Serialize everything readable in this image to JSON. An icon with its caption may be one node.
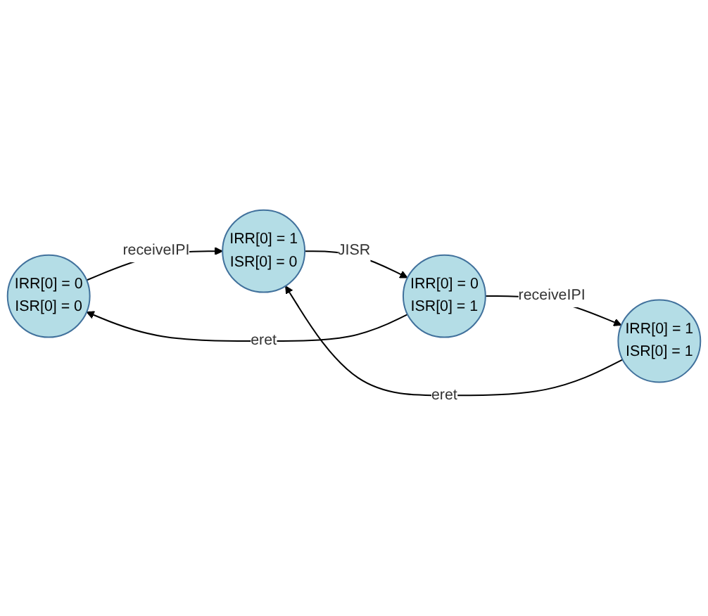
{
  "diagram": {
    "nodes": [
      {
        "text": [
          "IRR[0] = 0",
          "ISR[0] = 0"
        ]
      },
      {
        "text": [
          "IRR[0] = 1",
          "ISR[0] = 0"
        ]
      },
      {
        "text": [
          "IRR[0] = 0",
          "ISR[0] = 1"
        ]
      },
      {
        "text": [
          "IRR[0] = 1",
          "ISR[0] = 1"
        ]
      }
    ],
    "edges": [
      {
        "from": 0,
        "to": 1,
        "arrow": "to",
        "label": "receiveIPI"
      },
      {
        "from": 1,
        "to": 2,
        "arrow": "to",
        "label": "JISR"
      },
      {
        "from": 2,
        "to": 0,
        "arrow": "to",
        "label": "eret"
      },
      {
        "from": 2,
        "to": 3,
        "arrow": "to",
        "label": "receiveIPI"
      },
      {
        "from": 3,
        "to": 1,
        "arrow": "to",
        "label": "eret"
      }
    ]
  }
}
